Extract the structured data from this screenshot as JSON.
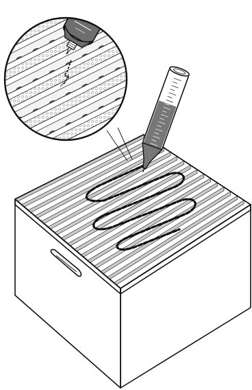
{
  "figure": {
    "caption": "",
    "objects": [
      "hive-box",
      "frames",
      "syringe-applicator",
      "dosing-bottle",
      "magnifier-inset"
    ],
    "colors": {
      "outline": "#111111",
      "bottle_fill": "#6e6e6e",
      "liquid_fill": "#777777",
      "frame_fill": "#f1f1f1",
      "box_fill": "#ffffff",
      "dashed_trickle": "#111111"
    },
    "syringe_fill_fraction": 0.6
  }
}
